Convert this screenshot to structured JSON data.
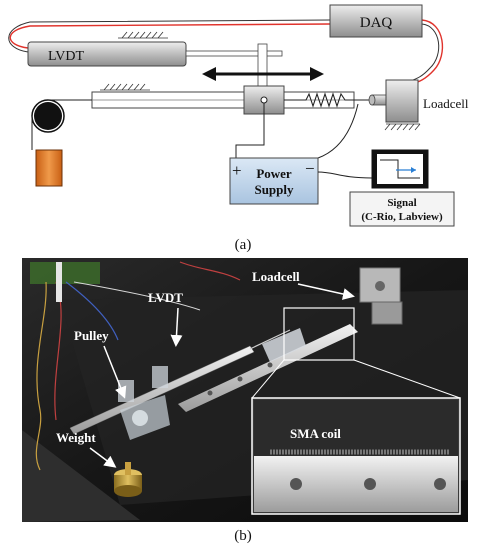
{
  "panel_a": {
    "caption": "(a)",
    "labels": {
      "daq": "DAQ",
      "lvdt": "LVDT",
      "loadcell": "Loadcell",
      "power_supply_line1": "Power",
      "power_supply_line2": "Supply",
      "plus": "+",
      "minus": "−",
      "signal_line1": "Signal",
      "signal_line2": "(C-Rio, Labview)"
    }
  },
  "panel_b": {
    "caption": "(b)",
    "labels": {
      "loadcell": "Loadcell",
      "lvdt": "LVDT",
      "pulley": "Pulley",
      "weight": "Weight",
      "sma_coil": "SMA coil"
    }
  },
  "colors": {
    "wire_red": "#e0332c",
    "lvdt_fill": "#c8c8c8",
    "power_supply_fill": "#c5d9ee",
    "weight_fill": "#e07a2a",
    "photo_bg": "#1a1a1a"
  }
}
